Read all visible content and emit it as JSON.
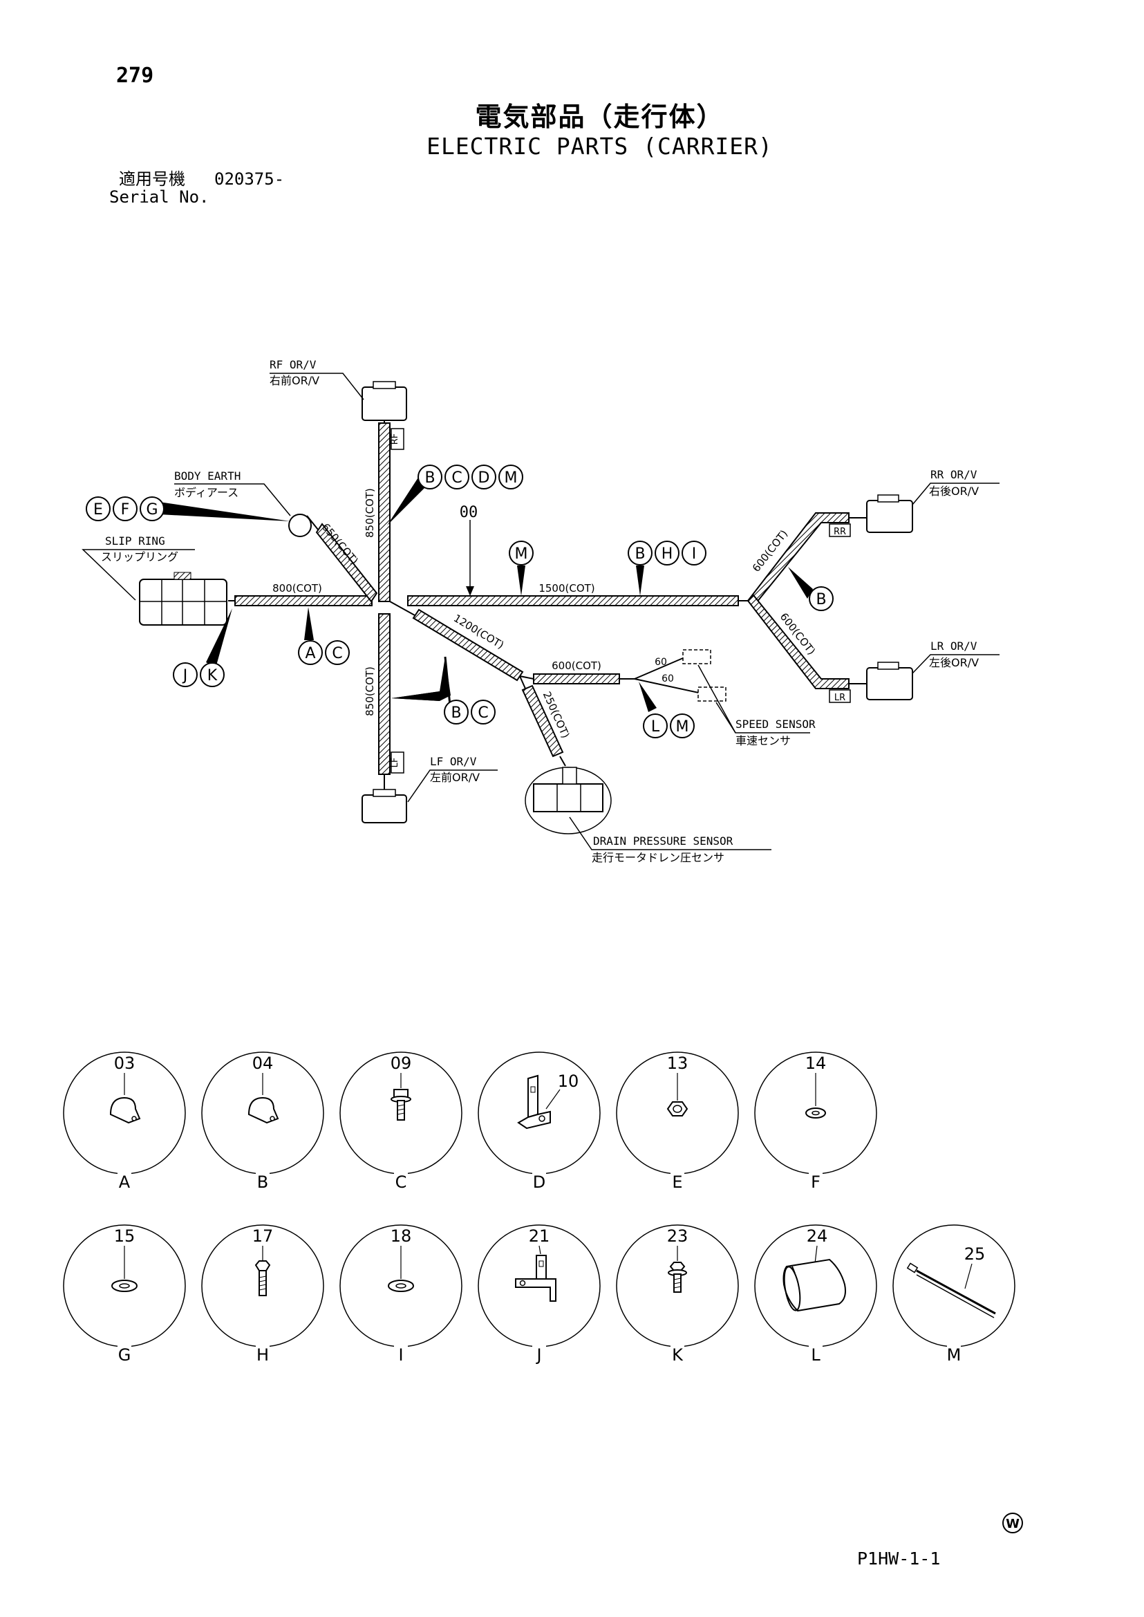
{
  "page": {
    "number": "279",
    "title_jp": "電気部品（走行体）",
    "title_en": "ELECTRIC PARTS (CARRIER)",
    "serial_label_jp": "適用号機",
    "serial_value": "020375-",
    "serial_label_en": "Serial No.",
    "footer_code": "P1HW-1-1",
    "footer_mark": "W"
  },
  "harness": {
    "part_number": "00",
    "segments": {
      "rf_branch": "850(COT)",
      "lf_branch": "850(COT)",
      "earth_branch": "650(COT)",
      "slip_branch": "800(COT)",
      "main_trunk": "1500(COT)",
      "drain_trunk": "1200(COT)",
      "speed_trunk": "600(COT)",
      "drain_sensor_branch": "250(COT)",
      "rr_branch": "600(COT)",
      "lr_branch": "600(COT)",
      "speed_lead_1": "60",
      "speed_lead_2": "60"
    },
    "tags": {
      "rf": "RF",
      "lf": "LF",
      "rr": "RR",
      "lr": "LR"
    },
    "labels": {
      "rf_en": "RF OR/V",
      "rf_jp": "右前OR/V",
      "lf_en": "LF OR/V",
      "lf_jp": "左前OR/V",
      "rr_en": "RR OR/V",
      "rr_jp": "右後OR/V",
      "lr_en": "LR OR/V",
      "lr_jp": "左後OR/V",
      "body_earth_en": "BODY EARTH",
      "body_earth_jp": "ボディアース",
      "slip_ring_en": "SLIP RING",
      "slip_ring_jp": "スリップリング",
      "speed_sensor_en": "SPEED SENSOR",
      "speed_sensor_jp": "車速センサ",
      "drain_sensor_en": "DRAIN PRESSURE SENSOR",
      "drain_sensor_jp": "走行モータドレン圧センサ"
    },
    "callouts": {
      "rf_group": [
        "B",
        "C",
        "D",
        "M"
      ],
      "earth_group": [
        "E",
        "F",
        "G"
      ],
      "main_m": [
        "M"
      ],
      "main_bhi": [
        "B",
        "H",
        "I"
      ],
      "rr_b": [
        "B"
      ],
      "slip_jk": [
        "J",
        "K"
      ],
      "slip_ac": [
        "A",
        "C"
      ],
      "drain_bc": [
        "B",
        "C"
      ],
      "speed_lm": [
        "L",
        "M"
      ]
    }
  },
  "parts_row1": [
    {
      "number": "03",
      "letter": "A",
      "icon": "clamp-icon"
    },
    {
      "number": "04",
      "letter": "B",
      "icon": "clamp-icon"
    },
    {
      "number": "09",
      "letter": "C",
      "icon": "bolt-washer-icon"
    },
    {
      "number": "10",
      "letter": "D",
      "icon": "bracket-icon"
    },
    {
      "number": "13",
      "letter": "E",
      "icon": "nut-icon"
    },
    {
      "number": "14",
      "letter": "F",
      "icon": "lock-washer-icon"
    }
  ],
  "parts_row2": [
    {
      "number": "15",
      "letter": "G",
      "icon": "washer-icon"
    },
    {
      "number": "17",
      "letter": "H",
      "icon": "bolt-icon"
    },
    {
      "number": "18",
      "letter": "I",
      "icon": "washer-icon"
    },
    {
      "number": "21",
      "letter": "J",
      "icon": "bracket-icon"
    },
    {
      "number": "23",
      "letter": "K",
      "icon": "bolt-washer-icon"
    },
    {
      "number": "24",
      "letter": "L",
      "icon": "tube-icon"
    },
    {
      "number": "25",
      "letter": "M",
      "icon": "cable-tie-icon"
    }
  ]
}
